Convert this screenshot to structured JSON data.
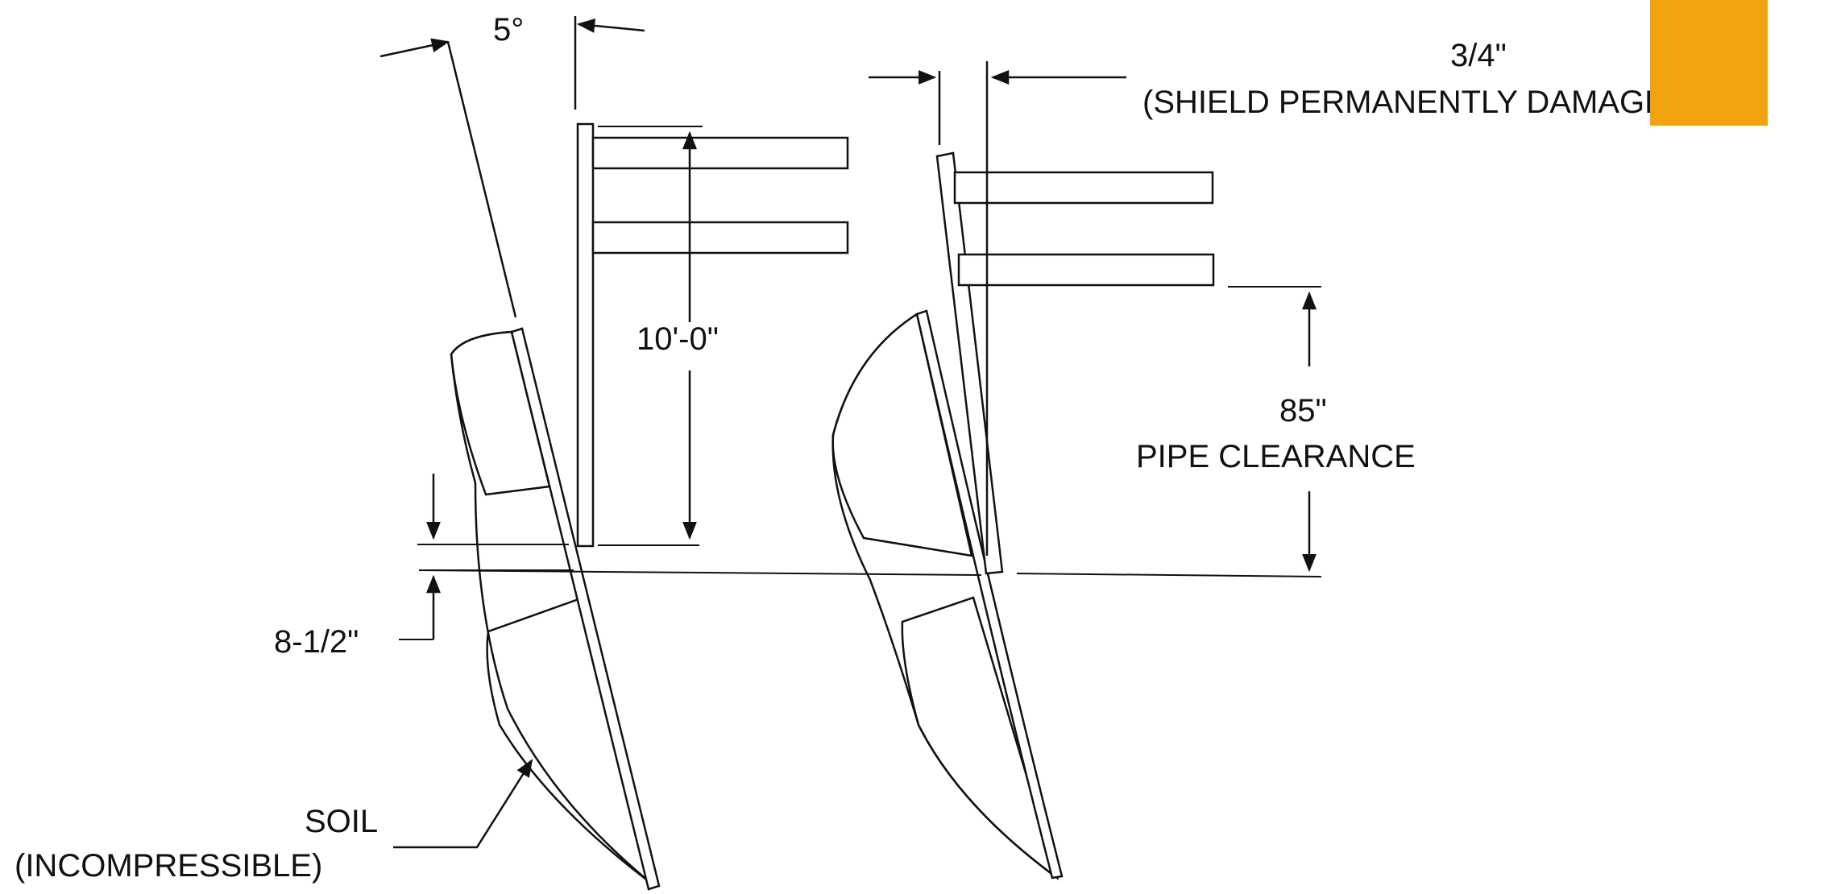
{
  "labels": {
    "angle": "5°",
    "three_quarter": "3/4\"",
    "shield_note": "(SHIELD PERMANENTLY DAMAGED)",
    "ten_ft": "10'-0\"",
    "eighty_five": "85\"",
    "pipe_clearance": "PIPE CLEARANCE",
    "eight_half": "8-1/2\"",
    "soil": "SOIL",
    "incompressible": "(INCOMPRESSIBLE)"
  },
  "colors": {
    "ink": "#111111",
    "background": "#ffffff",
    "overlay": "#f2a20f"
  }
}
